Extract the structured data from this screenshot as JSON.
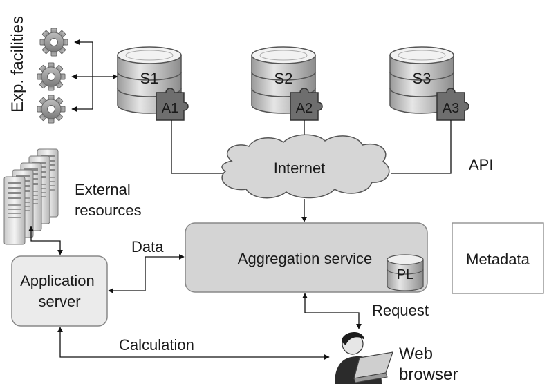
{
  "facilities_label": "Exp. facilities",
  "sources": [
    {
      "name": "S1",
      "api": "A1"
    },
    {
      "name": "S2",
      "api": "A2"
    },
    {
      "name": "S3",
      "api": "A3"
    }
  ],
  "internet_label": "Internet",
  "api_label": "API",
  "external_resources_label": [
    "External",
    "resources"
  ],
  "data_label": "Data",
  "aggregation_label": "Aggregation service",
  "pl_label": "PL",
  "metadata_label": "Metadata",
  "app_server_label": [
    "Application",
    "server"
  ],
  "request_label": "Request",
  "calculation_label": "Calculation",
  "browser_label": [
    "Web",
    "browser"
  ]
}
